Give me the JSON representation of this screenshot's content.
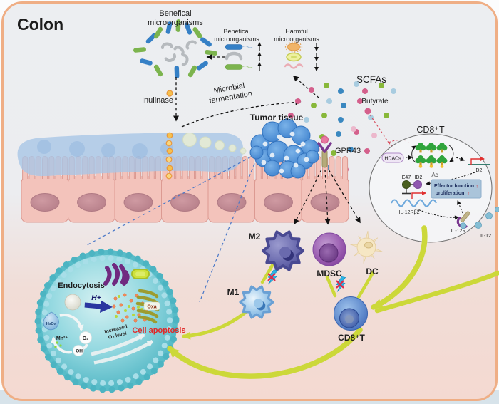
{
  "title": "Colon",
  "microbiome": {
    "cluster_l1": "Benefical",
    "cluster_l2": "microorganisms",
    "beneficial_l1": "Benefical",
    "beneficial_l2": "microorganisms",
    "harmful_l1": "Harmful",
    "harmful_l2": "microorganisms",
    "inulinase": "Inulinase",
    "ferment_l1": "Microbial",
    "ferment_l2": "fermentation",
    "scfas": "SCFAs",
    "butyrate": "Butyrate"
  },
  "tissue": {
    "tumor": "Tumor tissue",
    "gpr43": "GPR43"
  },
  "cd8_panel": {
    "title": "CD8⁺T",
    "hdacs": "HDACs",
    "ac": "Ac",
    "id2_gene": "ID2",
    "e47": "E47",
    "id2": "ID2",
    "il12rb2": "IL-12Rβ2",
    "effector1": "Effector function",
    "effector2": "proliferation",
    "up_arrow": "↑",
    "il12r": "IL-12R",
    "il12": "IL-12"
  },
  "immune": {
    "m2": "M2",
    "m1": "M1",
    "mdsc": "MDSC",
    "dc": "DC",
    "cd8t": "CD8⁺T"
  },
  "tumor_cell": {
    "endocytosis": "Endocytosis",
    "h_plus": "H+",
    "oxa": "Oxa",
    "apoptosis": "Cell apoptosis",
    "h2o2": "H₂O₂",
    "mn": "Mn²⁺",
    "o2": "O₂",
    "oh": "·OH",
    "increased1": "Increased",
    "increased2": "O₂ level"
  },
  "colors": {
    "border": "#efae85",
    "accent_yellow": "#ccd839",
    "apoptosis_red": "#e02828",
    "scfa_pink": "#d4608c",
    "scfa_green": "#88b83a",
    "scfa_blue": "#3a88c0",
    "epithelium_pink": "#f3c3bb",
    "mucus_blue": "#a9c6e6",
    "cell_teal": "#54bac8"
  }
}
